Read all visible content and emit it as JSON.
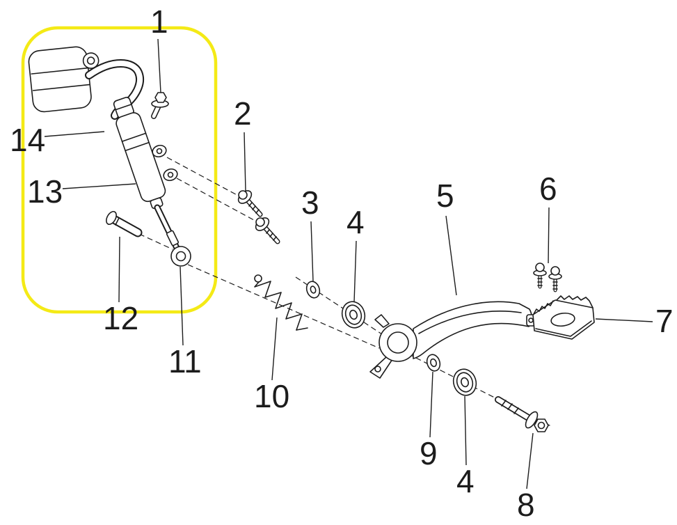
{
  "diagram": {
    "type": "exploded-parts-diagram",
    "background_color": "#ffffff",
    "line_color": "#1c1c1c",
    "highlight_color": "#f4ea16",
    "callouts": [
      {
        "id": "callout-1",
        "label": "1"
      },
      {
        "id": "callout-2",
        "label": "2"
      },
      {
        "id": "callout-3",
        "label": "3"
      },
      {
        "id": "callout-4a",
        "label": "4"
      },
      {
        "id": "callout-5",
        "label": "5"
      },
      {
        "id": "callout-6",
        "label": "6"
      },
      {
        "id": "callout-7",
        "label": "7"
      },
      {
        "id": "callout-8",
        "label": "8"
      },
      {
        "id": "callout-9",
        "label": "9"
      },
      {
        "id": "callout-4b",
        "label": "4"
      },
      {
        "id": "callout-10",
        "label": "10"
      },
      {
        "id": "callout-11",
        "label": "11"
      },
      {
        "id": "callout-12",
        "label": "12"
      },
      {
        "id": "callout-13",
        "label": "13"
      },
      {
        "id": "callout-14",
        "label": "14"
      }
    ]
  }
}
